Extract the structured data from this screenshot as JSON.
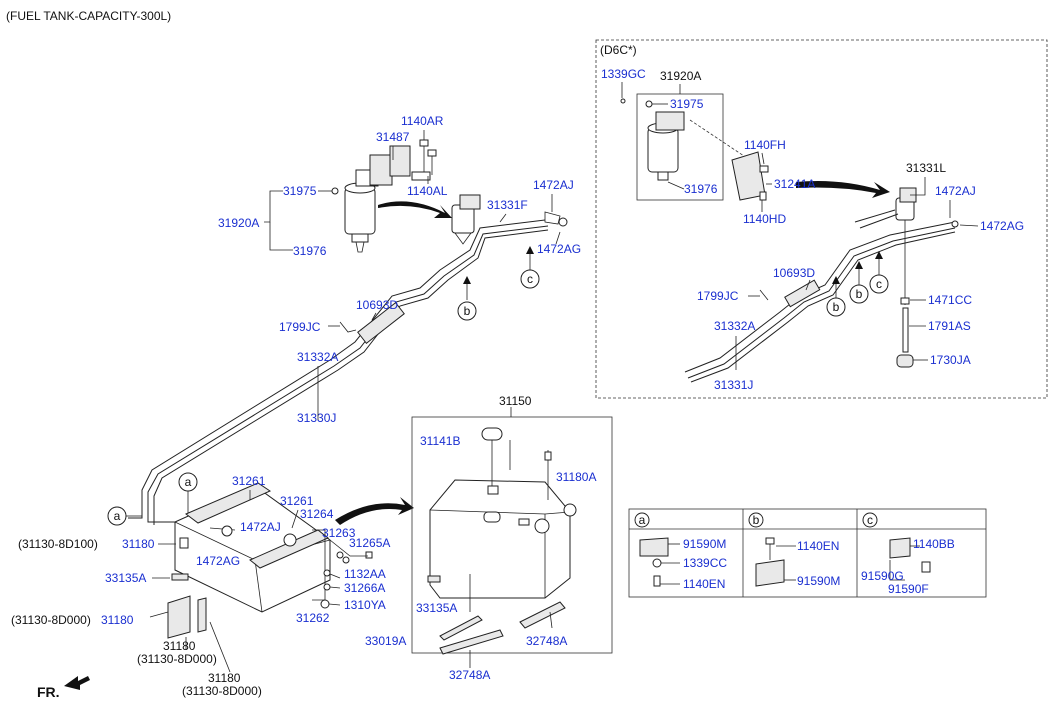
{
  "title": "(FUEL TANK-CAPACITY-300L)",
  "d6c_title": "(D6C*)",
  "fr_label": "FR.",
  "parts": {
    "p1140AR": "1140AR",
    "p31487": "31487",
    "p31975": "31975",
    "p1140AL": "1140AL",
    "p31920A": "31920A",
    "p31976": "31976",
    "p31331F": "31331F",
    "p1472AJ": "1472AJ",
    "p1472AG": "1472AG",
    "p10693D": "10693D",
    "p1799JC": "1799JC",
    "p31332A": "31332A",
    "p31330J": "31330J",
    "p31261a": "31261",
    "p31261b": "31261",
    "p1472AJb": "1472AJ",
    "p1472AGb": "1472AG",
    "p31264": "31264",
    "p31263": "31263",
    "p31265A": "31265A",
    "p1132AA": "1132AA",
    "p31266A": "31266A",
    "p1310YA": "1310YA",
    "p31262": "31262",
    "p31180a": "31180",
    "v31180a": "(31130-8D100)",
    "p33135Aa": "33135A",
    "p31180b": "31180",
    "v31180b": "(31130-8D000)",
    "p31180c": "31180",
    "v31180c": "(31130-8D000)",
    "p31180d": "31180",
    "v31180d": "(31130-8D000)",
    "p31150": "31150",
    "p31141B": "31141B",
    "p31180A": "31180A",
    "p33135Ab": "33135A",
    "p33019A": "33019A",
    "p32748Aa": "32748A",
    "p32748Ab": "32748A"
  },
  "d6c": {
    "p1339GC": "1339GC",
    "p31920A": "31920A",
    "p31975": "31975",
    "p31976": "31976",
    "p1140FH": "1140FH",
    "p31241A": "31241A",
    "p1140HD": "1140HD",
    "p31331L": "31331L",
    "p1472AJ": "1472AJ",
    "p1472AG": "1472AG",
    "p10693D": "10693D",
    "p1799JC": "1799JC",
    "p1471CC": "1471CC",
    "p31332A": "31332A",
    "p1791AS": "1791AS",
    "p31331J": "31331J",
    "p1730JA": "1730JA"
  },
  "callouts": {
    "a": "a",
    "b": "b",
    "c": "c"
  },
  "legend": {
    "a": {
      "letter": "a",
      "p1": "91590M",
      "p2": "1339CC",
      "p3": "1140EN"
    },
    "b": {
      "letter": "b",
      "p1": "1140EN",
      "p2": "91590M"
    },
    "c": {
      "letter": "c",
      "p1": "1140BB",
      "p2": "91590G",
      "p3": "91590F"
    }
  }
}
